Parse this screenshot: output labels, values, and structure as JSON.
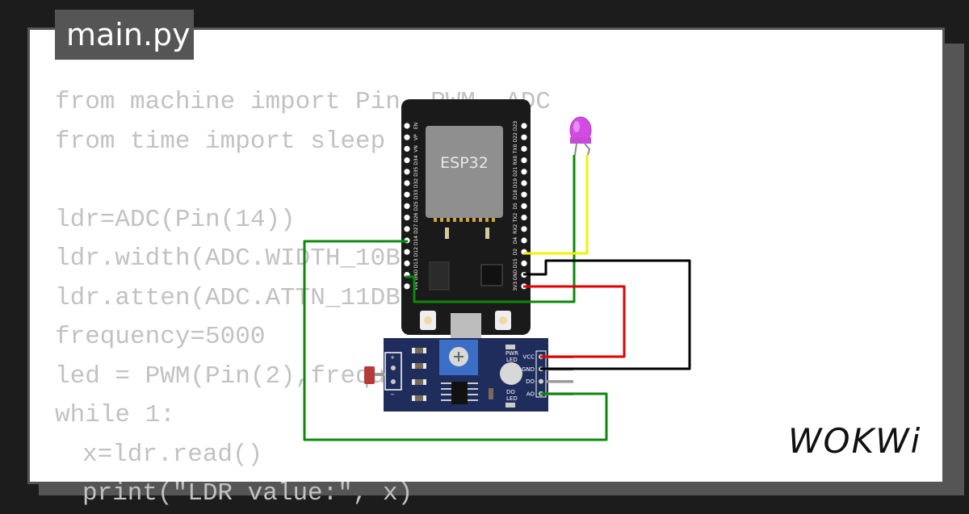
{
  "file_tab": {
    "name": "main.py"
  },
  "code_lines": [
    "from machine import Pin, PWM, ADC",
    "from time import sleep",
    "",
    "ldr=ADC(Pin(14))",
    "ldr.width(ADC.WIDTH_10BIT)",
    "ldr.atten(ADC.ATTN_11DB)",
    "frequency=5000",
    "led = PWM(Pin(2),frequency)",
    "while 1:",
    "x=ldr.read()",
    "print(\"LDR value:\", x)"
  ],
  "esp32": {
    "chip_label": "ESP32",
    "left_pins": [
      "EN",
      "VP",
      "VN",
      "D34",
      "D35",
      "D32",
      "D33",
      "D25",
      "D26",
      "D27",
      "D14",
      "D12",
      "D13",
      "GND",
      "VIN"
    ],
    "right_pins": [
      "D23",
      "D22",
      "TX0",
      "RX0",
      "D21",
      "D19",
      "D18",
      "D5",
      "TX2",
      "RX2",
      "D4",
      "D2",
      "D15",
      "GND",
      "3V3"
    ]
  },
  "ldr_module": {
    "pins": [
      "VCC",
      "GND",
      "DO",
      "AO"
    ],
    "pwr_led_label": "PWR\nLED",
    "do_led_label": "DO\nLED",
    "plus_label": "+",
    "minus_label": "−"
  },
  "brand": {
    "logo_text": "WOKWi"
  },
  "colors": {
    "background": "#1c1c1c",
    "card": "#ffffff",
    "tab": "#555555",
    "board": "#1a1a1a",
    "module": "#1f2d5c",
    "wire_green": "#0a8a0a",
    "wire_red": "#e00000",
    "wire_black": "#000000",
    "wire_yellow": "#f2f200",
    "led": "#d34be0"
  }
}
